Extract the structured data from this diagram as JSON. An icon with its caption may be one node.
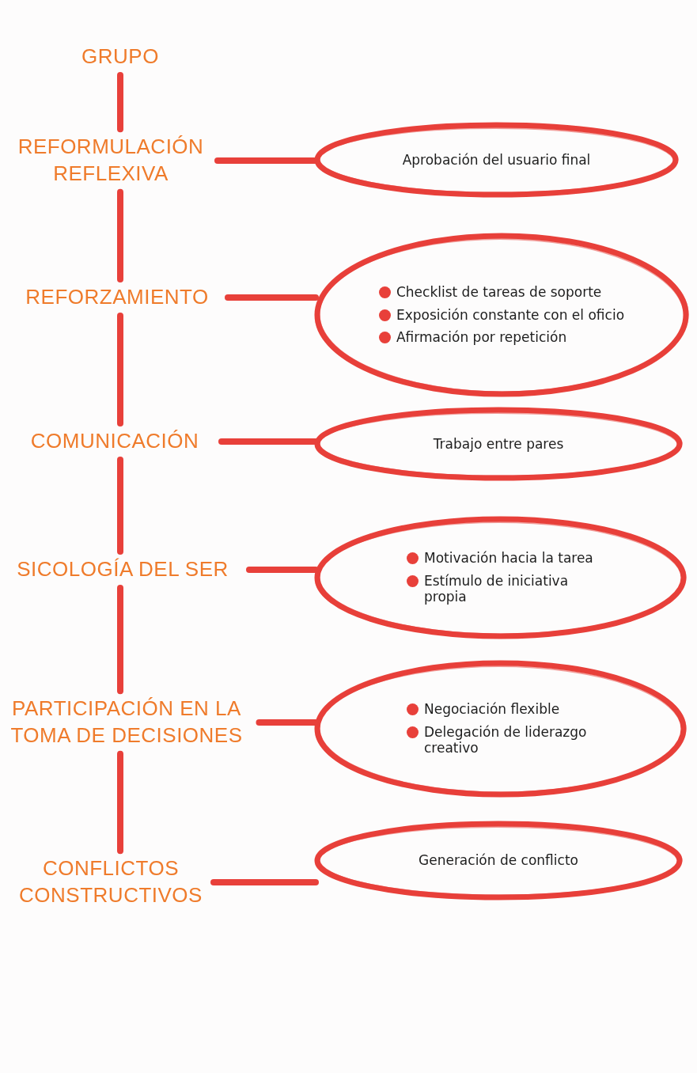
{
  "diagram": {
    "nodes": [
      {
        "text": [
          "GRUPO"
        ]
      },
      {
        "text": [
          "REFORMULACIÓN REFLEXIVA"
        ]
      },
      {
        "text": [
          "Aprobación del usuario final"
        ]
      },
      {
        "text": [
          "REFORZAMIENTO"
        ]
      },
      {
        "text": [
          "Checklist de tareas de soporte",
          "Exposición constante con el oficio",
          "Afirmación por repetición"
        ]
      },
      {
        "text": [
          "COMUNICACIÓN"
        ]
      },
      {
        "text": [
          "Trabajo entre pares"
        ]
      },
      {
        "text": [
          "SICOLOGÍA DEL SER"
        ]
      },
      {
        "text": [
          "Motivación hacia la tarea",
          "Estímulo de iniciativa propia"
        ]
      },
      {
        "text": [
          "PARTICIPACIÓN EN LA TOMA DE DECISIONES"
        ]
      },
      {
        "text": [
          "Negociación flexible",
          "Delegación de liderazgo creativo"
        ]
      },
      {
        "text": [
          "CONFLICTOS CONSTRUCTIVOS"
        ]
      },
      {
        "text": [
          "Generación de conflicto"
        ]
      }
    ],
    "edges": [
      {
        "from": 0,
        "to": 1,
        "arrow": "none"
      },
      {
        "from": 1,
        "to": 3,
        "arrow": "none"
      },
      {
        "from": 3,
        "to": 5,
        "arrow": "none"
      },
      {
        "from": 5,
        "to": 7,
        "arrow": "none"
      },
      {
        "from": 7,
        "to": 9,
        "arrow": "none"
      },
      {
        "from": 9,
        "to": 11,
        "arrow": "none"
      },
      {
        "from": 1,
        "to": 2,
        "arrow": "none"
      },
      {
        "from": 3,
        "to": 4,
        "arrow": "none"
      },
      {
        "from": 5,
        "to": 6,
        "arrow": "none"
      },
      {
        "from": 7,
        "to": 8,
        "arrow": "none"
      },
      {
        "from": 9,
        "to": 10,
        "arrow": "none"
      },
      {
        "from": 11,
        "to": 12,
        "arrow": "none"
      }
    ]
  }
}
